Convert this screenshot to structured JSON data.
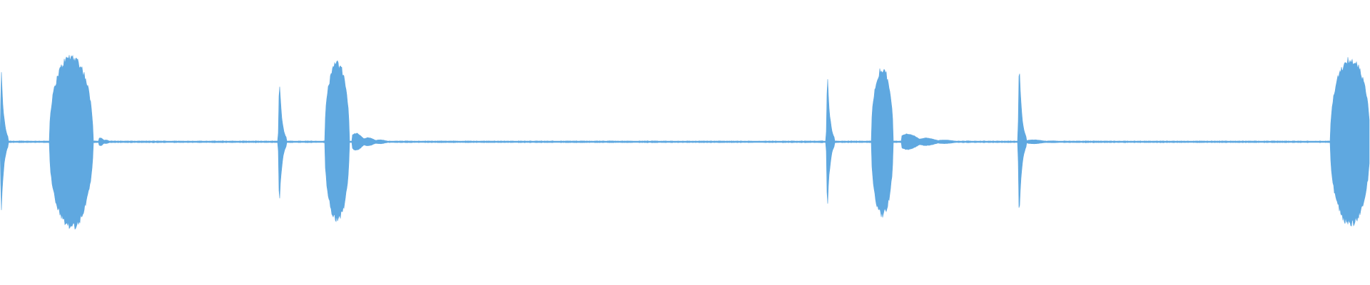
{
  "waveform": {
    "color": "#5fa8e0",
    "background": "#ffffff",
    "peak_amplitude": 1.0,
    "baseline_amplitude": 0.008,
    "bursts": [
      {
        "t": 0.0,
        "dur": 0.006,
        "amp": 0.82,
        "shape": "click"
      },
      {
        "t": 0.036,
        "dur": 0.032,
        "amp": 0.96,
        "shape": "vowel"
      },
      {
        "t": 0.072,
        "dur": 0.012,
        "amp": 0.06,
        "shape": "echo"
      },
      {
        "t": 0.203,
        "dur": 0.006,
        "amp": 0.74,
        "shape": "click"
      },
      {
        "t": 0.237,
        "dur": 0.018,
        "amp": 0.88,
        "shape": "vowel"
      },
      {
        "t": 0.257,
        "dur": 0.026,
        "amp": 0.13,
        "shape": "echo"
      },
      {
        "t": 0.603,
        "dur": 0.006,
        "amp": 0.78,
        "shape": "click"
      },
      {
        "t": 0.636,
        "dur": 0.016,
        "amp": 0.82,
        "shape": "vowel"
      },
      {
        "t": 0.658,
        "dur": 0.04,
        "amp": 0.12,
        "shape": "echo"
      },
      {
        "t": 0.743,
        "dur": 0.006,
        "amp": 0.9,
        "shape": "click"
      },
      {
        "t": 0.75,
        "dur": 0.04,
        "amp": 0.03,
        "shape": "echo"
      },
      {
        "t": 0.971,
        "dur": 0.029,
        "amp": 0.93,
        "shape": "vowel"
      }
    ]
  }
}
